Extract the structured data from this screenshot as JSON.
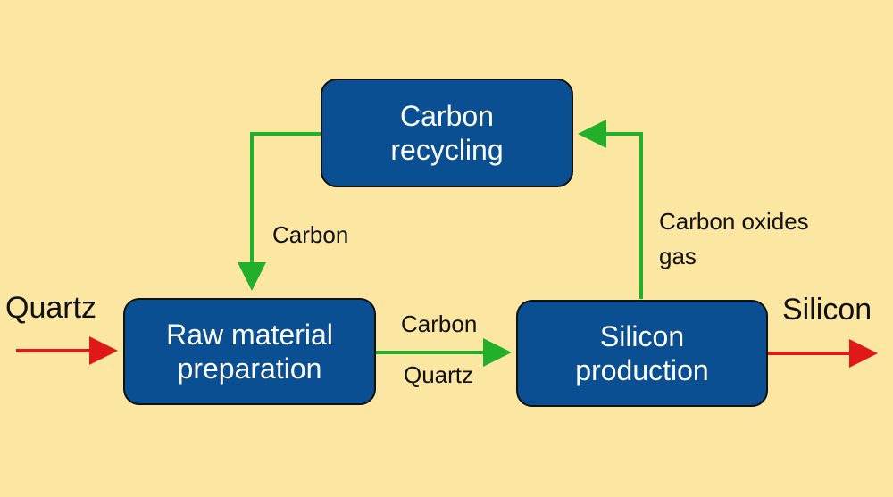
{
  "nodes": {
    "carbon_recycling": [
      "Carbon",
      "recycling"
    ],
    "raw_material": [
      "Raw material",
      "preparation"
    ],
    "silicon_production": [
      "Silicon",
      "production"
    ]
  },
  "labels": {
    "input": "Quartz",
    "output": "Silicon",
    "carbon_return": "Carbon",
    "feed_carbon": "Carbon",
    "feed_quartz": "Quartz",
    "gas_line1": "Carbon oxides",
    "gas_line2": "gas"
  },
  "colors": {
    "background": "#fbe6a2",
    "box": "#0a4f92",
    "flow": "#22b02a",
    "io": "#e01818"
  }
}
